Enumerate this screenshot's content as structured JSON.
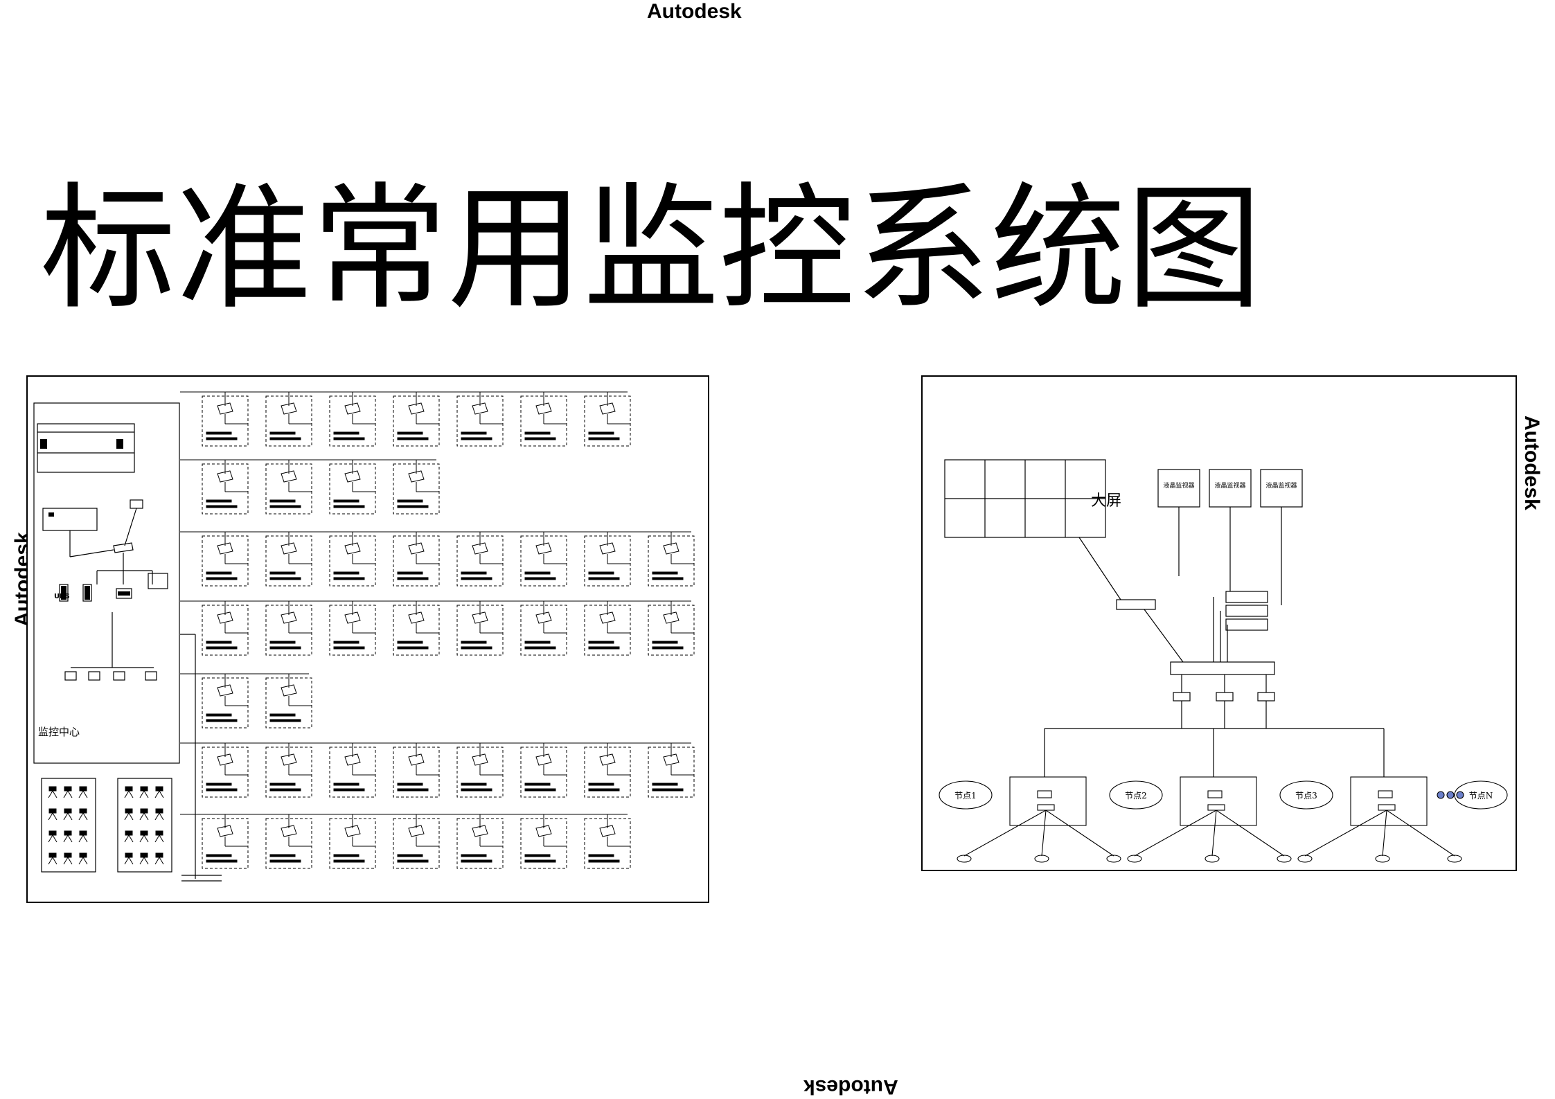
{
  "watermark": "Autodesk",
  "title": "标准常用监控系统图",
  "left_diagram": {
    "control_center_label": "监控中心",
    "ups_label": "UPS"
  },
  "right_diagram": {
    "big_screen_label": "大屏",
    "monitors": [
      "液晶监视器",
      "液晶监视器",
      "液晶监视器"
    ],
    "nodes": [
      "节点1",
      "节点2",
      "节点3",
      "节点N"
    ]
  }
}
